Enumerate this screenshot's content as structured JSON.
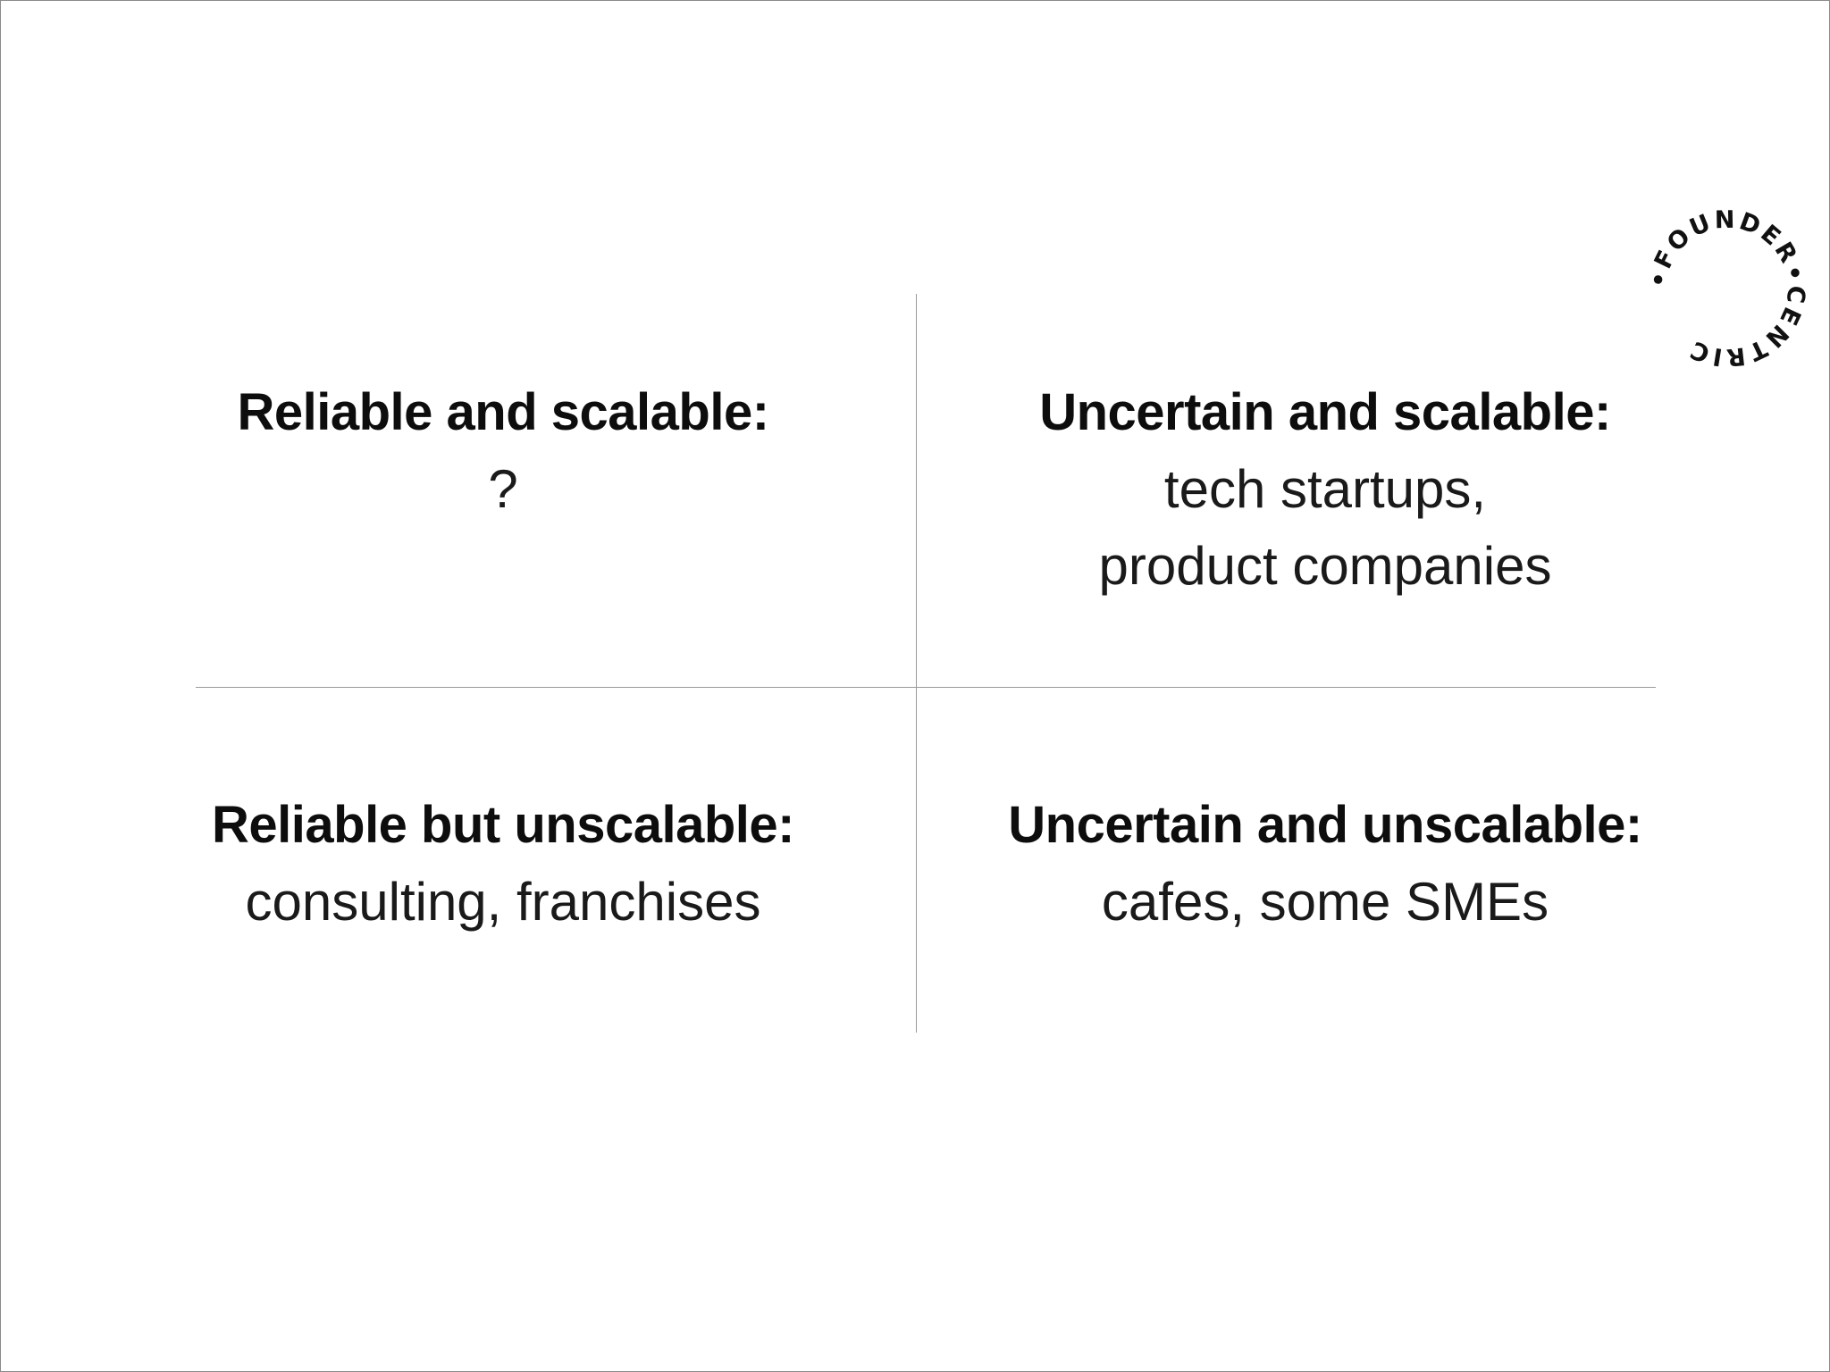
{
  "quadrants": {
    "top_left": {
      "title": "Reliable and scalable:",
      "lines": [
        "?"
      ]
    },
    "top_right": {
      "title": "Uncertain and scalable:",
      "lines": [
        "tech startups,",
        "product companies"
      ]
    },
    "bottom_left": {
      "title": "Reliable but unscalable:",
      "lines": [
        "consulting, franchises"
      ]
    },
    "bottom_right": {
      "title": "Uncertain and unscalable:",
      "lines": [
        "cafes, some SMEs"
      ]
    }
  },
  "logo": {
    "text": "•FOUNDER•CENTRIC"
  }
}
